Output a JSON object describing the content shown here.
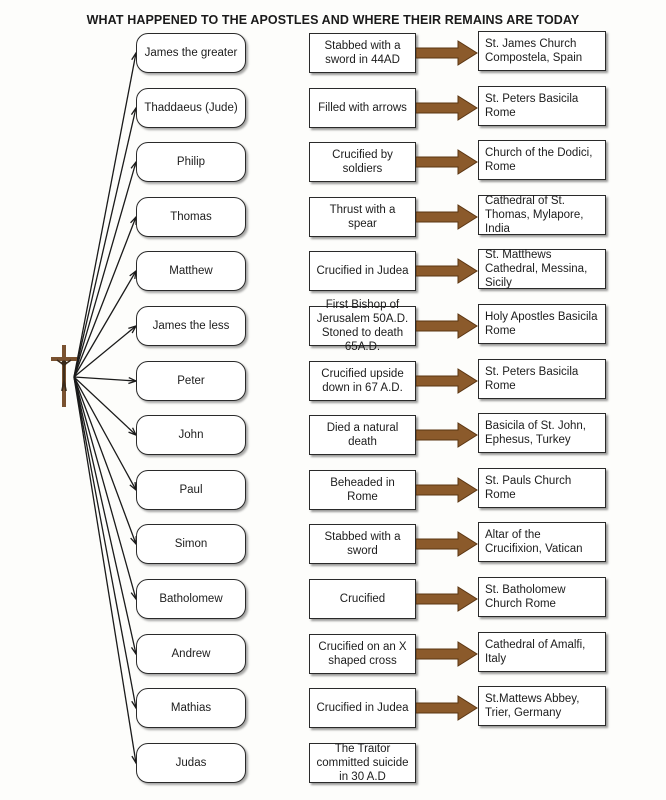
{
  "title": "WHAT HAPPENED TO THE APOSTLES AND WHERE THEIR REMAINS ARE TODAY",
  "colors": {
    "arrow": "#8b5a2b",
    "arrow_dark": "#5a3512",
    "cross": "#7a5230"
  },
  "apostles": [
    {
      "name": "James the greater",
      "fate": "Stabbed with a sword in 44AD",
      "remains": "St. James Church Compostela, Spain"
    },
    {
      "name": "Thaddaeus (Jude)",
      "fate": "Filled with arrows",
      "remains": "St. Peters Basicila Rome"
    },
    {
      "name": "Philip",
      "fate": "Crucified by soldiers",
      "remains": "Church of the Dodici, Rome"
    },
    {
      "name": "Thomas",
      "fate": "Thrust with a spear",
      "remains": "Cathedral of St. Thomas, Mylapore, India"
    },
    {
      "name": "Matthew",
      "fate": "Crucified in Judea",
      "remains": "St. Matthews Cathedral, Messina, Sicily"
    },
    {
      "name": "James the less",
      "fate": "First Bishop of Jerusalem 50A.D. Stoned to death 65A.D.",
      "remains": "Holy Apostles Basicila Rome"
    },
    {
      "name": "Peter",
      "fate": "Crucified upside down in 67 A.D.",
      "remains": "St. Peters Basicila Rome"
    },
    {
      "name": "John",
      "fate": "Died a natural death",
      "remains": "Basicila of St. John, Ephesus, Turkey"
    },
    {
      "name": "Paul",
      "fate": "Beheaded in Rome",
      "remains": "St. Pauls Church Rome"
    },
    {
      "name": "Simon",
      "fate": "Stabbed with a sword",
      "remains": "Altar of the Crucifixion, Vatican"
    },
    {
      "name": "Batholomew",
      "fate": "Crucified",
      "remains": "St. Batholomew Church Rome"
    },
    {
      "name": "Andrew",
      "fate": "Crucified on an X shaped cross",
      "remains": "Cathedral of Amalfi, Italy"
    },
    {
      "name": "Mathias",
      "fate": "Crucified in Judea",
      "remains": "St.Mattews Abbey, Trier, Germany"
    },
    {
      "name": "Judas",
      "fate": "The Traitor committed suicide in 30 A.D",
      "remains": ""
    }
  ]
}
